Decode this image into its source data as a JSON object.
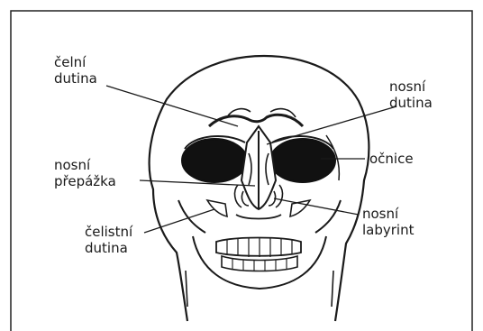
{
  "labels": {
    "frontal_sinus": {
      "line1": "čelní",
      "line2": "dutina"
    },
    "nasal_cavity": {
      "line1": "nosní",
      "line2": "dutina"
    },
    "orbit": {
      "line1": "očnice"
    },
    "nasal_septum": {
      "line1": "nosní",
      "line2": "přepážka"
    },
    "nasal_labyrinth": {
      "line1": "nosní",
      "line2": "labyrint"
    },
    "maxillary_sinus": {
      "line1": "čelistní",
      "line2": "dutina"
    }
  },
  "colors": {
    "ink": "#1a1a1a",
    "background": "#ffffff"
  }
}
